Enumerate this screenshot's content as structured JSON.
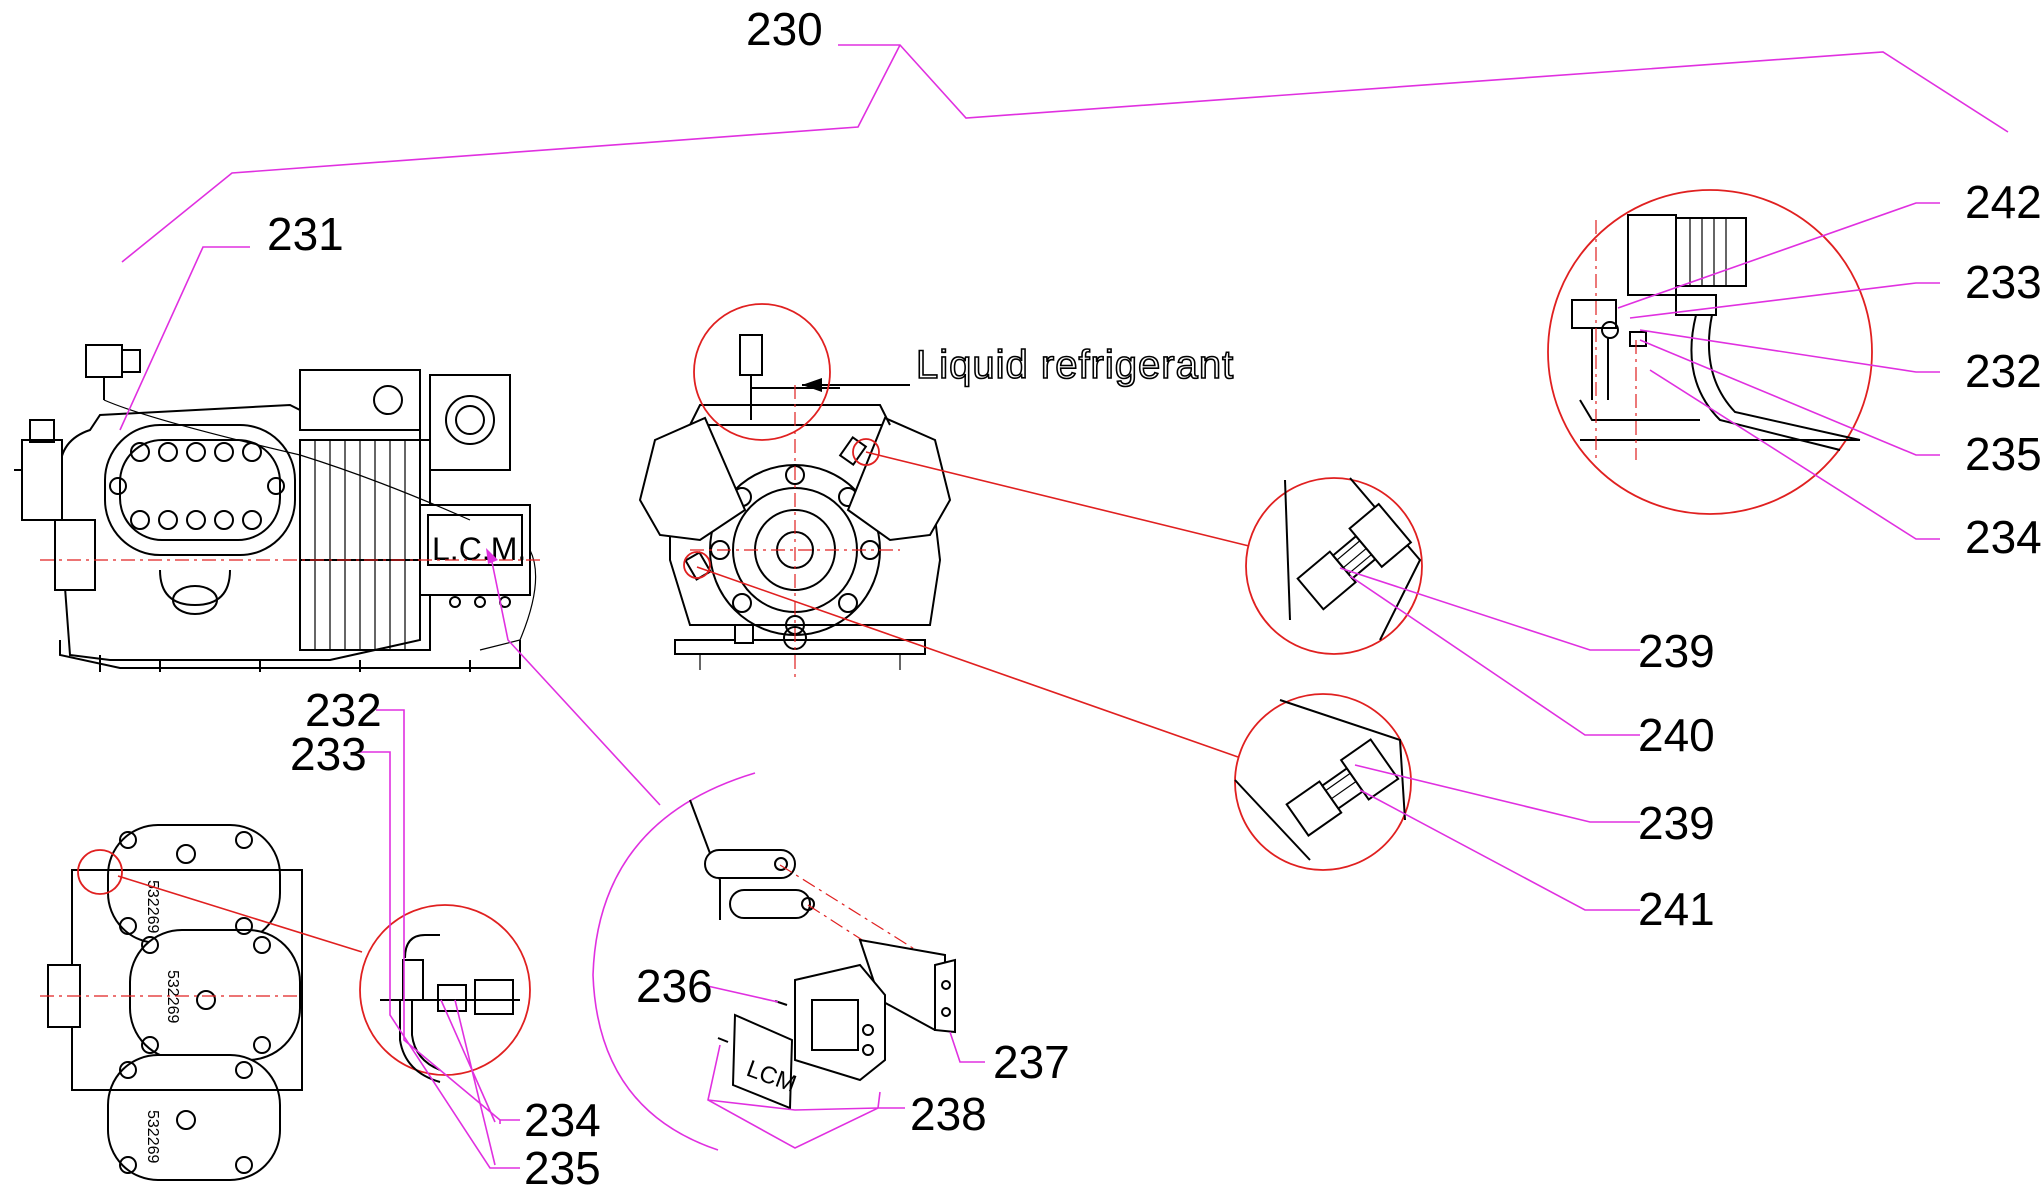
{
  "labels": {
    "l230": "230",
    "l231": "231",
    "l232_top": "232",
    "l233_top": "233",
    "l234_top": "234",
    "l235_top": "235",
    "l242": "242",
    "l232_left": "232",
    "l233_left": "233",
    "l234_bottom": "234",
    "l235_bottom": "235",
    "l236": "236",
    "l237": "237",
    "l238": "238",
    "l239_a": "239",
    "l240": "240",
    "l239_b": "239",
    "l241": "241"
  },
  "annotation": "Liquid refrigerant",
  "box_text": {
    "lcm_main": "L.C.M.",
    "lcm_cover": "LCM",
    "serial": "532269"
  },
  "colors": {
    "line": "#000000",
    "leader_magenta": "#e030e0",
    "detail_red": "#e02020",
    "background": "#ffffff"
  }
}
